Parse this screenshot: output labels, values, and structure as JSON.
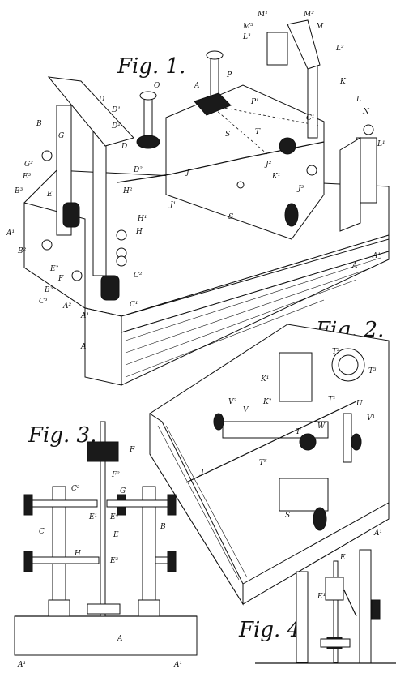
{
  "figures": {
    "fig1": {
      "title": "Fig. 1."
    },
    "fig2": {
      "title": "Fig. 2."
    },
    "fig3": {
      "title": "Fig. 3."
    },
    "fig4": {
      "title": "Fig. 4."
    }
  },
  "labels": {
    "fig1": [
      "M¹",
      "M²",
      "M³",
      "L³",
      "M",
      "L²",
      "P",
      "O",
      "A",
      "D",
      "B",
      "D¹",
      "D²",
      "K",
      "L",
      "N",
      "P¹",
      "L¹",
      "S",
      "T",
      "C¹",
      "G",
      "D",
      "D²",
      "J",
      "J²",
      "K¹",
      "J³",
      "B³",
      "G²",
      "E³",
      "E",
      "H²",
      "H¹",
      "J¹",
      "A¹",
      "H",
      "S",
      "A",
      "A¹",
      "B²",
      "F",
      "B³",
      "C³",
      "E²",
      "C²",
      "A²",
      "A¹",
      "C¹",
      "A"
    ],
    "fig2": [
      "T²",
      "K¹",
      "T³",
      "V²",
      "V",
      "K²",
      "T¹",
      "U",
      "V¹",
      "T",
      "W",
      "J",
      "T⁵",
      "S",
      "A¹"
    ],
    "fig3": [
      "F",
      "F²",
      "C²",
      "G",
      "E¹",
      "E⁴",
      "C",
      "E",
      "B",
      "H",
      "E³",
      "A",
      "A¹",
      "A¹"
    ],
    "fig4": [
      "E",
      "E¹"
    ]
  }
}
